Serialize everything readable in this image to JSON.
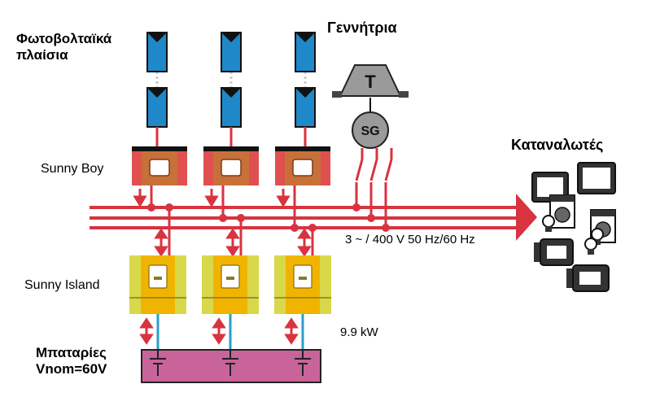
{
  "labels": {
    "pv_panels_line1": "Φωτοβολταϊκά",
    "pv_panels_line2": "πλαίσια",
    "generator": "Γεννήτρια",
    "consumers": "Καταναλωτές",
    "sunny_boy": "Sunny Boy",
    "sunny_island": "Sunny Island",
    "grid_spec": "3 ~ / 400 V  50 Hz/60 Hz",
    "power": "9.9 kW",
    "batteries_line1": "Μπαταρίες",
    "batteries_line2": "Vnom=60V",
    "turbine_symbol": "T",
    "generator_symbol": "SG"
  },
  "colors": {
    "bus_red": "#d8333f",
    "pv_panel_blue": "#1e88c8",
    "sunny_boy_outer": "#e05050",
    "sunny_boy_inner": "#c8703a",
    "sunny_island_outer": "#d8d84a",
    "sunny_island_inner": "#f0b400",
    "battery_pink": "#c8649a",
    "dc_link_blue": "#2a9fc8",
    "generator_gray": "#9a9a9a"
  },
  "icons": [
    "tv-icon",
    "washing-machine-icon",
    "light-bulb-icon",
    "electric-motor-icon"
  ]
}
